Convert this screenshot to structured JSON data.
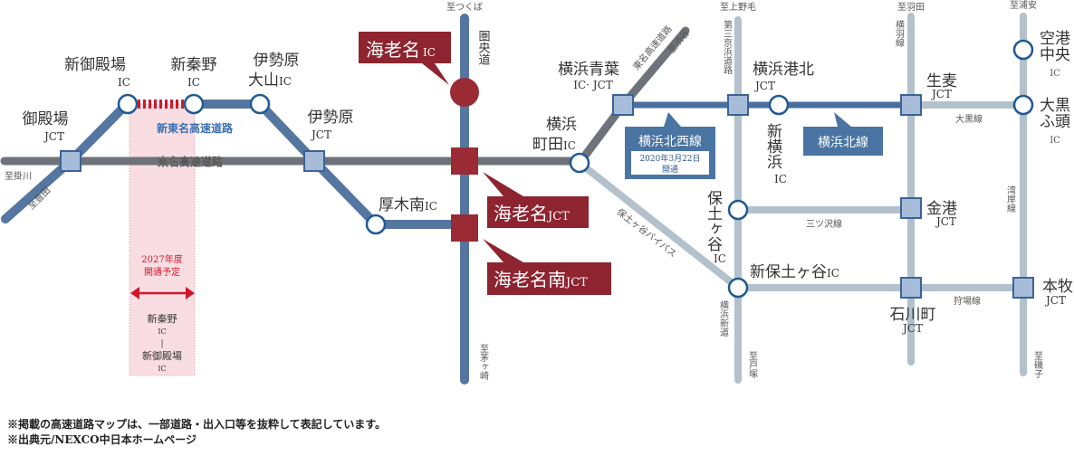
{
  "colors": {
    "tomei": "#6e737a",
    "shintomei": "#5576a0",
    "shuto": "#b3c1cc",
    "node_fill": "#a6bcd9",
    "node_stroke": "#3a6496",
    "ebina_red": "#8e2430",
    "pink_zone": "#f8dde2",
    "planned_red": "#d0182b",
    "callout_blue": "#4a74a2"
  },
  "roads": {
    "tomei": "東名高速道路",
    "shintomei": "新東名高速道路",
    "kenodo": "圏央道",
    "tomei_kanagawa": "東名高速道路",
    "daisan_keihin": "第三京浜道路",
    "yokoha": "横羽線",
    "wangan": "湾岸線",
    "daikoku": "大黒線",
    "mitsuzawa": "三ツ沢線",
    "kariba": "狩場線",
    "hodogaya_bypass": "保土ヶ谷バイパス",
    "yokohama_shindo": "横浜新道"
  },
  "destinations": {
    "kakegawa": "至掛川",
    "toyota": "至豊田",
    "tsukuba": "至つくば",
    "chigasaki": "至茅ヶ崎",
    "shibuya": "至渋谷",
    "kaminoge": "至上野毛",
    "haneda": "至羽田",
    "urayasu": "至浦安",
    "totsuka": "至戸塚",
    "isogo": "至磯子"
  },
  "nodes": {
    "gotemba_jct": {
      "name": "御殿場",
      "type": "JCT"
    },
    "shin_gotemba_ic": {
      "name": "新御殿場",
      "type": "IC"
    },
    "shin_hadano_ic": {
      "name": "新秦野",
      "type": "IC"
    },
    "isehara_oyama_ic": {
      "name1": "伊勢原",
      "name2": "大山",
      "type": "IC"
    },
    "isehara_jct": {
      "name": "伊勢原",
      "type": "JCT"
    },
    "atsugi_minami_ic": {
      "name": "厚木南",
      "type": "IC"
    },
    "ebina_ic": {
      "name": "海老名",
      "type": "IC"
    },
    "ebina_jct": {
      "name": "海老名",
      "type": "JCT"
    },
    "ebina_minami_jct": {
      "name": "海老名南",
      "type": "JCT"
    },
    "yokohama_machida_ic": {
      "name1": "横浜",
      "name2": "町田",
      "type": "IC"
    },
    "yokohama_aoba": {
      "name": "横浜青葉",
      "type": "IC· JCT"
    },
    "yokohama_kohoku_jct": {
      "name": "横浜港北",
      "type": "JCT"
    },
    "shin_yokohama_ic": {
      "name": "新横浜",
      "type": "IC"
    },
    "namamugi_jct": {
      "name": "生麦",
      "type": "JCT"
    },
    "kuko_chuo_ic": {
      "name1": "空港",
      "name2": "中央",
      "type": "IC"
    },
    "daikoku_futo_ic": {
      "name1": "大黒",
      "name2": "ふ頭",
      "type": "IC"
    },
    "hodogaya_ic": {
      "name": "保土ヶ谷",
      "type": "IC"
    },
    "kanko_jct": {
      "name": "金港",
      "type": "JCT"
    },
    "shin_hodogaya_ic": {
      "name": "新保土ヶ谷",
      "type": "IC"
    },
    "ishikawacho_jct": {
      "name": "石川町",
      "type": "JCT"
    },
    "honmoku_jct": {
      "name": "本牧",
      "type": "JCT"
    }
  },
  "callouts": {
    "hokuseisen": {
      "title": "横浜北西線",
      "date": "2020年3月22日",
      "status": "開通"
    },
    "hokusen": {
      "title": "横浜北線"
    }
  },
  "planned": {
    "schedule1": "2027年度",
    "schedule2": "開通予定",
    "from": "新秦野",
    "from_type": "IC",
    "sep": "|",
    "to": "新御殿場",
    "to_type": "IC"
  },
  "notes": [
    "※掲載の高速道路マップは、一部道路・出入口等を抜粋して表記しています。",
    "※出典元/NEXCO中日本ホームページ"
  ]
}
